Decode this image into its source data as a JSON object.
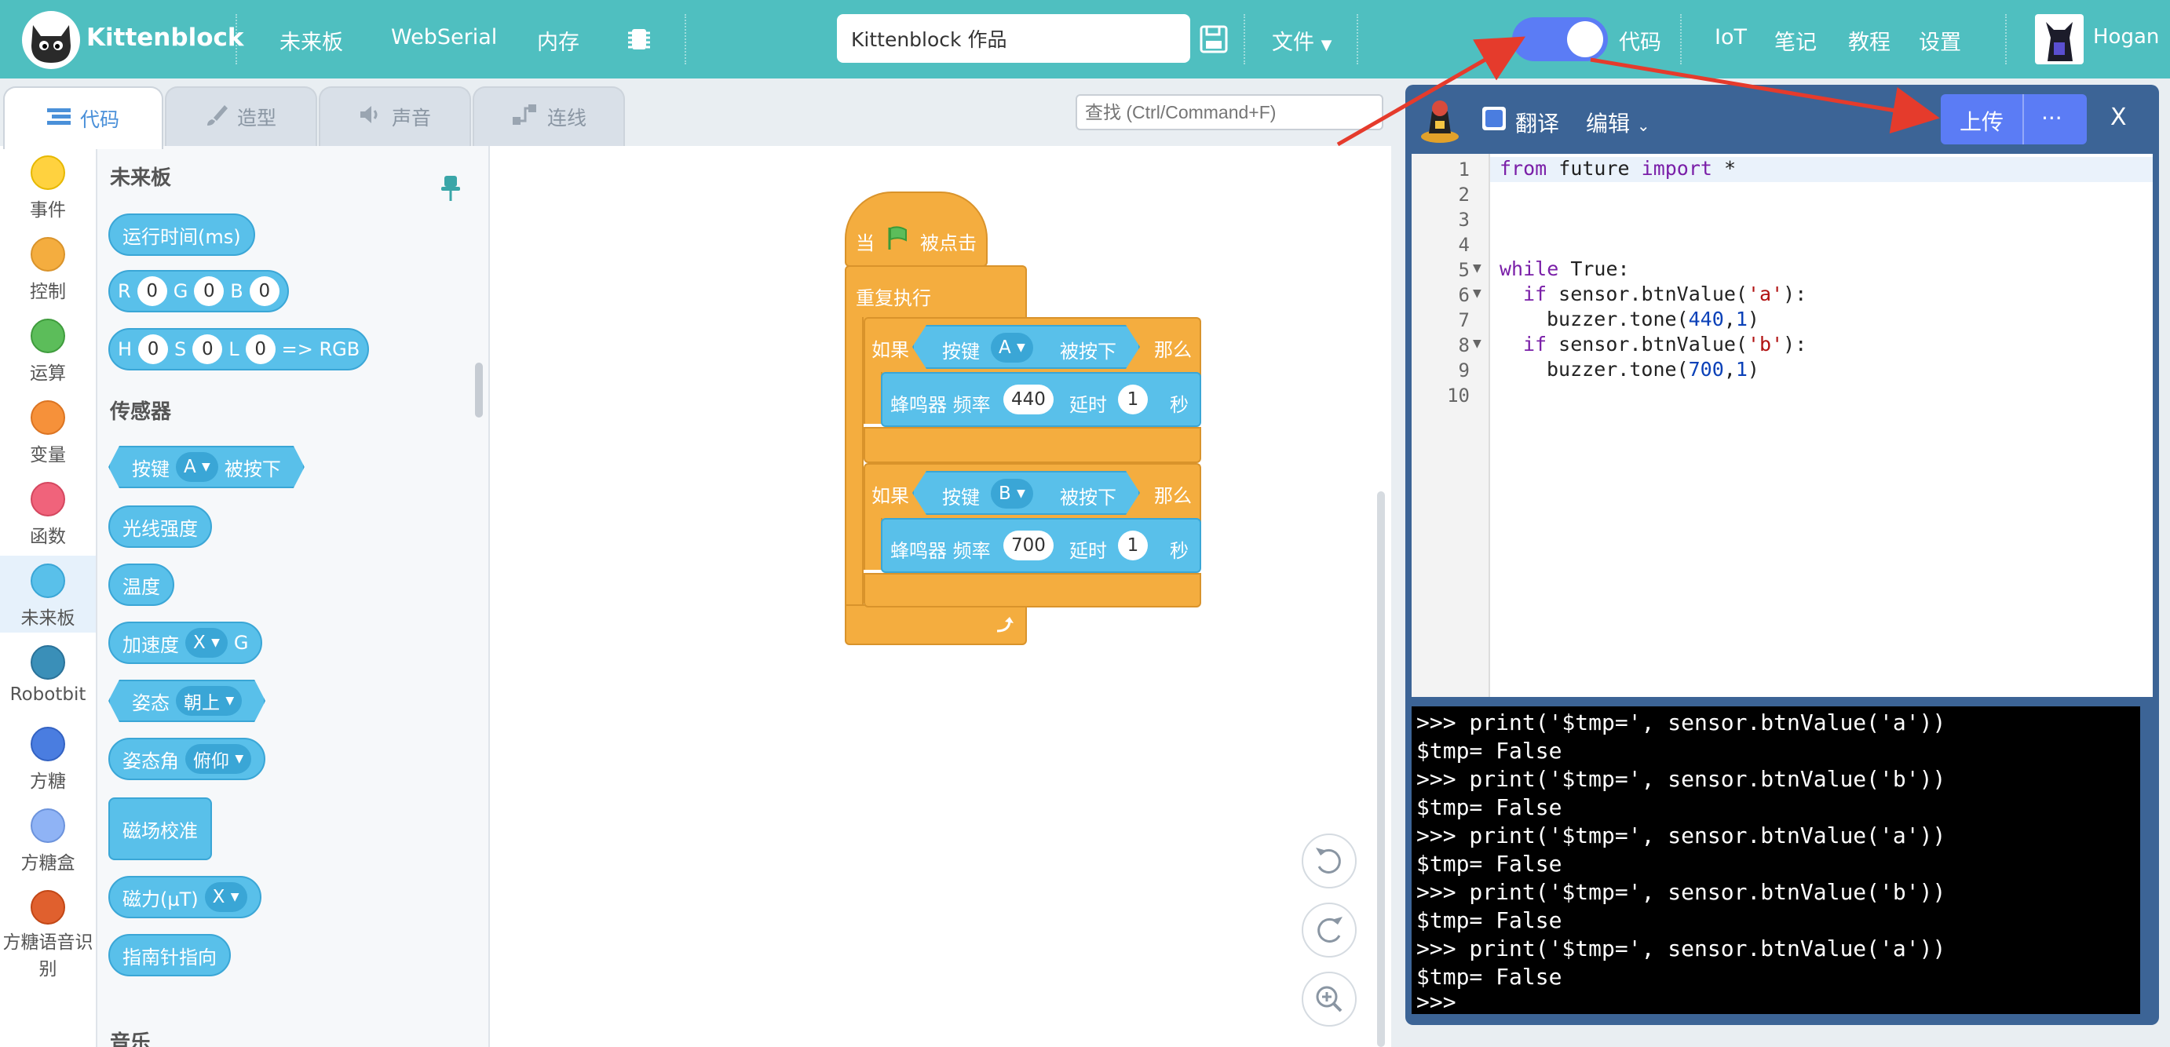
{
  "header": {
    "brand": "Kittenblock",
    "menu": [
      "未来板",
      "WebSerial",
      "内存"
    ],
    "project_name": "Kittenblock 作品",
    "file_menu": "文件",
    "mode_label": "代码",
    "right_menu": [
      "IoT",
      "笔记",
      "教程",
      "设置"
    ],
    "user": "Hogan"
  },
  "tabs": [
    "代码",
    "造型",
    "声音",
    "连线"
  ],
  "search_placeholder": "查找 (Ctrl/Command+F)",
  "categories": [
    {
      "label": "事件",
      "color": "#ffd23f"
    },
    {
      "label": "控制",
      "color": "#f4ad3f"
    },
    {
      "label": "运算",
      "color": "#5cbd5a"
    },
    {
      "label": "变量",
      "color": "#f6913a"
    },
    {
      "label": "函数",
      "color": "#f0637b"
    },
    {
      "label": "未来板",
      "color": "#59c0ea"
    },
    {
      "label": "Robotbit",
      "color": "#3a8fb8"
    },
    {
      "label": "方糖",
      "color": "#4a7de0"
    },
    {
      "label": "方糖盒",
      "color": "#8fb3f5"
    },
    {
      "label": "方糖语音识别",
      "color": "#e0602e"
    }
  ],
  "palette": {
    "section1": "未来板",
    "runtime": "运行时间(ms)",
    "rgb": {
      "r": "R",
      "g": "G",
      "b": "B",
      "v": "0"
    },
    "hsl": {
      "h": "H",
      "s": "S",
      "l": "L",
      "v": "0",
      "arrow": "=> RGB"
    },
    "section2": "传感器",
    "button_pressed": {
      "key": "按键",
      "val": "A",
      "tail": "被按下"
    },
    "light": "光线强度",
    "temp": "温度",
    "accel": {
      "label": "加速度",
      "val": "X",
      "unit": "G"
    },
    "posture": {
      "label": "姿态",
      "val": "朝上"
    },
    "posture_angle": {
      "label": "姿态角",
      "val": "俯仰"
    },
    "mag_cal": "磁场校准",
    "mag": {
      "label": "磁力(µT)",
      "val": "X"
    },
    "compass": "指南针指向",
    "section3": "音乐"
  },
  "script": {
    "hat_prefix": "当",
    "hat_suffix": "被点击",
    "forever": "重复执行",
    "if": "如果",
    "then": "那么",
    "key": "按键",
    "pressed": "被按下",
    "key_a": "A",
    "key_b": "B",
    "buzzer": "蜂鸣器 频率",
    "delay": "延时",
    "sec": "秒",
    "freq_a": "440",
    "freq_b": "700",
    "delay_val": "1"
  },
  "panel": {
    "translate": "翻译",
    "edit": "编辑",
    "upload": "上传",
    "more": "···",
    "close": "X"
  },
  "code_lines": [
    "1",
    "2",
    "3",
    "4",
    "5",
    "6",
    "7",
    "8",
    "9",
    "10"
  ],
  "code": {
    "l1_kw1": "from",
    "l1_mid": " future ",
    "l1_kw2": "import",
    "l1_end": " *",
    "l5_kw": "while",
    "l5_rest": " True:",
    "l6_kw": "if",
    "l6_a": " sensor.btnValue(",
    "l6_s": "'a'",
    "l6_b": "):",
    "l7_a": "buzzer.tone(",
    "l7_n": "440",
    "l7_b": ",",
    "l7_n2": "1",
    "l7_c": ")",
    "l8_kw": "if",
    "l8_a": " sensor.btnValue(",
    "l8_s": "'b'",
    "l8_b": "):",
    "l9_a": "buzzer.tone(",
    "l9_n": "700",
    "l9_b": ",",
    "l9_n2": "1",
    "l9_c": ")"
  },
  "console": [
    ">>> print('$tmp=', sensor.btnValue('a'))",
    "$tmp= False",
    ">>> print('$tmp=', sensor.btnValue('b'))",
    "$tmp= False",
    ">>> print('$tmp=', sensor.btnValue('a'))",
    "$tmp= False",
    ">>> print('$tmp=', sensor.btnValue('b'))",
    "$tmp= False",
    ">>> print('$tmp=', sensor.btnValue('a'))",
    "$tmp= False",
    ">>>"
  ],
  "colors": {
    "header": "#4fbfc0",
    "toggle": "#5b7cf5",
    "sensor_block": "#59c0ea",
    "control_block": "#f4ad3f",
    "panel": "#3c6496",
    "arrow": "#e53b2c"
  }
}
